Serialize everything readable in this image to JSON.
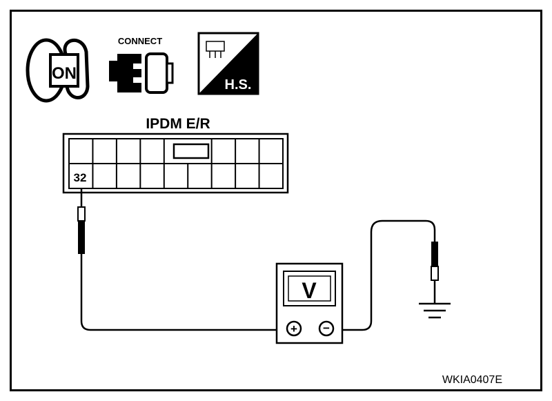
{
  "icons": {
    "ignition": {
      "label": "ON",
      "icon": "ignition-key-icon"
    },
    "connector": {
      "label": "CONNECT",
      "icon": "harness-connector-icon"
    },
    "harness_side": {
      "label": "H.S.",
      "icon": "harness-side-icon"
    }
  },
  "connector": {
    "title": "IPDM E/R",
    "terminal_label": "32"
  },
  "meter": {
    "display": "V",
    "plus": "+",
    "minus": "−"
  },
  "figure_code": "WKIA0407E"
}
